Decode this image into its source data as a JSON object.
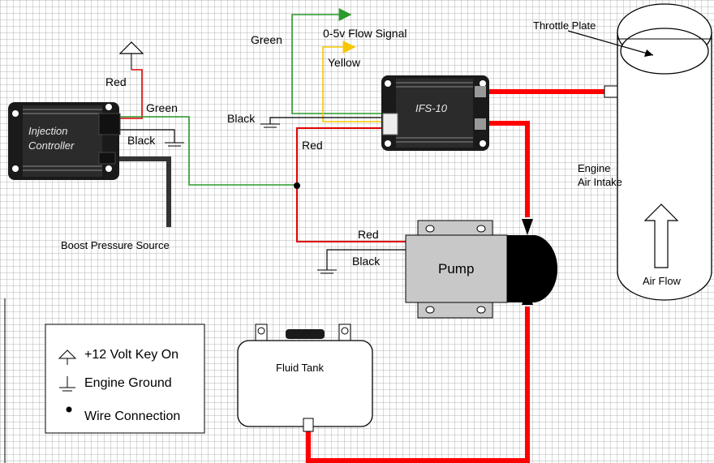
{
  "labels": {
    "red_top": "Red",
    "green_left": "Green",
    "black_left": "Black",
    "green_top": "Green",
    "flow_signal": "0-5v Flow Signal",
    "yellow": "Yellow",
    "black_mid": "Black",
    "red_mid": "Red",
    "red_pump": "Red",
    "black_pump": "Black",
    "throttle_plate": "Throttle Plate",
    "engine_air_intake_1": "Engine",
    "engine_air_intake_2": "Air Intake",
    "air_flow": "Air Flow",
    "boost_source": "Boost Pressure Source",
    "fluid_tank": "Fluid Tank"
  },
  "devices": {
    "injection_controller_1": "Injection",
    "injection_controller_2": "Controller",
    "ifs": "IFS-10",
    "pump": "Pump"
  },
  "legend": {
    "key_on": "+12 Volt Key On",
    "ground": "Engine Ground",
    "connection": "Wire Connection"
  },
  "colors": {
    "red_wire": "#e00000",
    "green_wire": "#2a9a2a",
    "yellow_wire": "#f5c800",
    "black_wire": "#000000",
    "hose": "#ff0000",
    "device_body": "#1a1a1a",
    "pump_body": "#c8c8c8"
  }
}
